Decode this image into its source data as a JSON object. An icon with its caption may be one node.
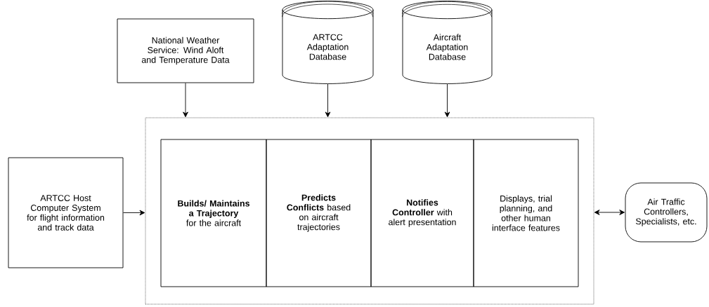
{
  "diagram": {
    "nodes": [
      {
        "text": [
          "National Weather Service:  Wind Aloft and Temperature Data"
        ]
      },
      {
        "text": [
          "ARTCC Adaptation Database"
        ]
      },
      {
        "text": [
          "Aircraft Adaptation Database"
        ]
      },
      {
        "text": [],
        "shape": "box"
      },
      {
        "text": [
          "ARTCC Host Computer System for flight information and track data"
        ]
      },
      {
        "text": [
          "**Builds/ Maintains a Trajectory** for the aircraft"
        ],
        "in": 3
      },
      {
        "text": [
          "**Predicts Conflicts** based on aircraft trajectories"
        ],
        "in": 3
      },
      {
        "text": [
          "**Notifies Controller** with alert presentation"
        ],
        "in": 3
      },
      {
        "text": [
          "Displays, trial planning, and other human interface features"
        ],
        "in": 3
      },
      {
        "text": [
          "Air Traffic Controllers, Specialists, etc."
        ]
      }
    ],
    "edges": [
      {
        "from": 0,
        "to": 3,
        "arrow": "to"
      },
      {
        "from": 1,
        "to": 3,
        "arrow": "to"
      },
      {
        "from": 2,
        "to": 3,
        "arrow": "to"
      },
      {
        "from": 4,
        "to": 3,
        "arrow": "to"
      },
      {
        "from": 3,
        "to": 9,
        "arrow": "both"
      }
    ]
  }
}
